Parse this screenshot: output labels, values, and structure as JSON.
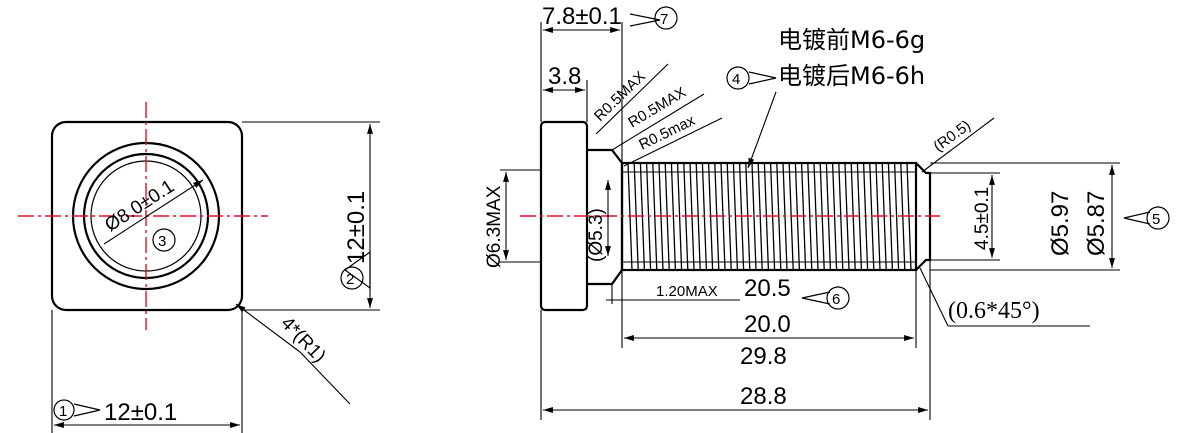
{
  "left_view": {
    "width_dim": "12±0.1",
    "height_dim": "12±0.1",
    "bore_dim": "Ø8.0±0.1",
    "corner_note": "4*(R1)",
    "balloons": [
      "1",
      "2",
      "3"
    ]
  },
  "right_view": {
    "head_thickness_dim": "7.8±0.1",
    "head_width_dim": "3.8",
    "fillet_notes": [
      "R0.5MAX",
      "R0.5MAX",
      "R0.5max"
    ],
    "thread_note_before": "电镀前M6-6g",
    "thread_note_after": "电镀后M6-6h",
    "head_dia_dim": "Ø6.3MAX",
    "neck_dia_dim": "(Ø5.3)",
    "undercut_radius": "(R0.5)",
    "tip_dia_dim": "4.5±0.1",
    "dia_597": "Ø5.97",
    "dia_587": "Ø5.87",
    "chamfer_note": "(0.6*45°)",
    "undercut_width": "1.20MAX",
    "len_205": "20.5",
    "len_200": "20.0",
    "len_298": "29.8",
    "len_288": "28.8",
    "balloons": [
      "4",
      "5",
      "6",
      "7"
    ]
  }
}
